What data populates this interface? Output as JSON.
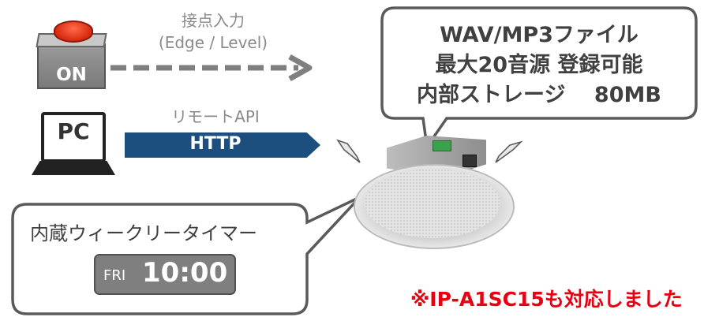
{
  "contact_input": {
    "switch_label": "ON",
    "caption_line1": "接点入力",
    "caption_line2": "(Edge / Level)"
  },
  "remote_api": {
    "device_label": "PC",
    "caption": "リモートAPI",
    "protocol_label": "HTTP",
    "arrow_color": "#1c4f7d"
  },
  "file_callout": {
    "line1": "WAV/MP3ファイル",
    "line2": "最大20音源 登録可能",
    "line3": "内部ストレージ　 80MB"
  },
  "timer_callout": {
    "title": "内蔵ウィークリータイマー",
    "day": "FRI",
    "time": "10:00"
  },
  "note": "※IP-A1SC15も対応しました",
  "colors": {
    "switch_button": "#d92910",
    "note_text": "#e60012",
    "callout_border": "#5a5a5a"
  }
}
